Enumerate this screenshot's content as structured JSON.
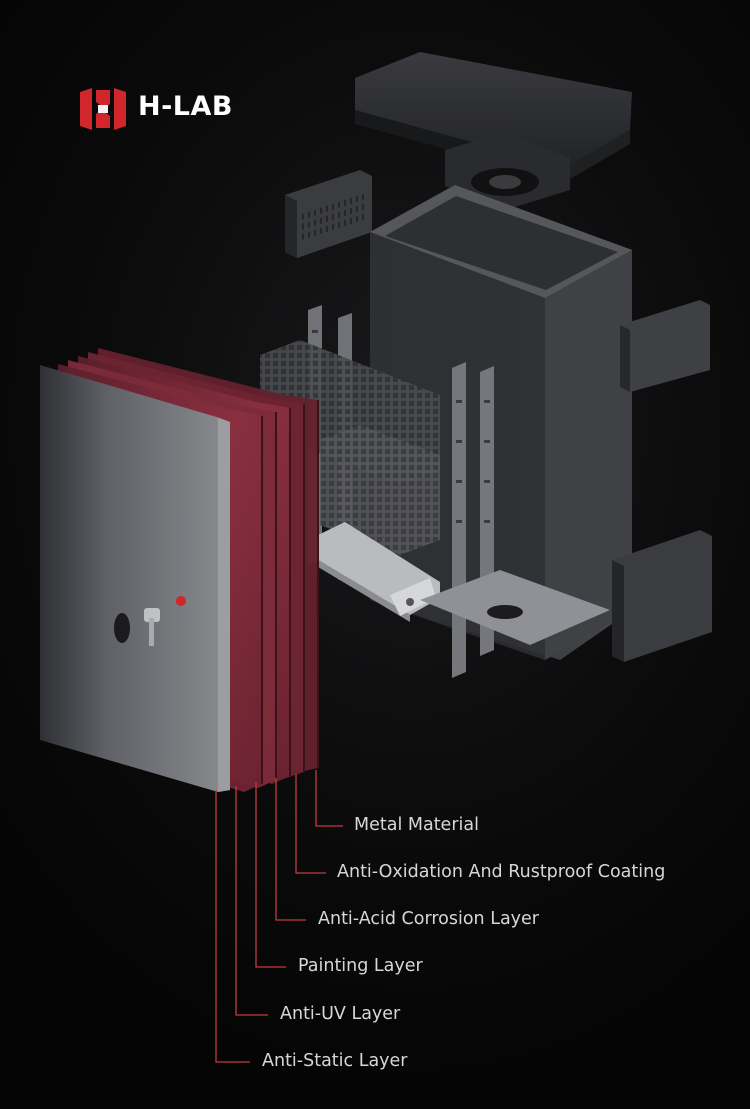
{
  "brand": {
    "name": "H-LAB",
    "accent": "#d0262c"
  },
  "layers": [
    {
      "label": "Metal Material"
    },
    {
      "label": "Anti-Oxidation And Rustproof Coating"
    },
    {
      "label": "Anti-Acid Corrosion Layer"
    },
    {
      "label": "Painting Layer"
    },
    {
      "label": "Anti-UV Layer"
    },
    {
      "label": "Anti-Static Layer"
    }
  ],
  "colors": {
    "background": "#0a0a0b",
    "layer_red": "#7a2a38",
    "panel_gray": "#5c5e63",
    "label_text": "#d7d7d9"
  }
}
